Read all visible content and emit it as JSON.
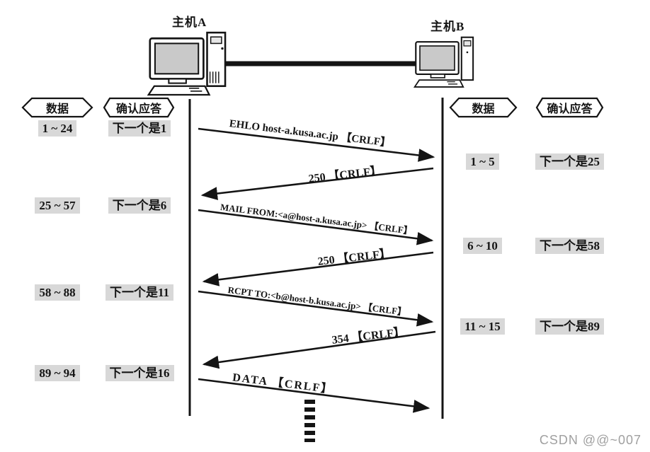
{
  "hosts": {
    "a_label": "主机A",
    "b_label": "主机B"
  },
  "columns": {
    "data_header": "数据",
    "ack_header": "确认应答"
  },
  "left_panel": {
    "rows": [
      {
        "data": "1 ~ 24",
        "ack": "下一个是1"
      },
      {
        "data": "25 ~ 57",
        "ack": "下一个是6"
      },
      {
        "data": "58 ~ 88",
        "ack": "下一个是11"
      },
      {
        "data": "89 ~ 94",
        "ack": "下一个是16"
      }
    ]
  },
  "right_panel": {
    "rows": [
      {
        "data": "1 ~ 5",
        "ack": "下一个是25"
      },
      {
        "data": "6 ~ 10",
        "ack": "下一个是58"
      },
      {
        "data": "11 ~ 15",
        "ack": "下一个是89"
      }
    ]
  },
  "messages": [
    {
      "text": "EHLO host-a.kusa.ac.jp 【CRLF】",
      "direction": "a_to_b"
    },
    {
      "text": "250 【CRLF】",
      "direction": "b_to_a"
    },
    {
      "text": "MAIL FROM:<a@host-a.kusa.ac.jp> 【CRLF】",
      "direction": "a_to_b"
    },
    {
      "text": "250 【CRLF】",
      "direction": "b_to_a"
    },
    {
      "text": "RCPT TO:<b@host-b.kusa.ac.jp> 【CRLF】",
      "direction": "a_to_b"
    },
    {
      "text": "354 【CRLF】",
      "direction": "b_to_a"
    },
    {
      "text": "DATA 【CRLF】",
      "direction": "a_to_b"
    }
  ],
  "watermark": "CSDN @@~007",
  "colors": {
    "ink": "#141414",
    "highlight": "#d8d8d8",
    "watermark": "#a0a0a0"
  }
}
